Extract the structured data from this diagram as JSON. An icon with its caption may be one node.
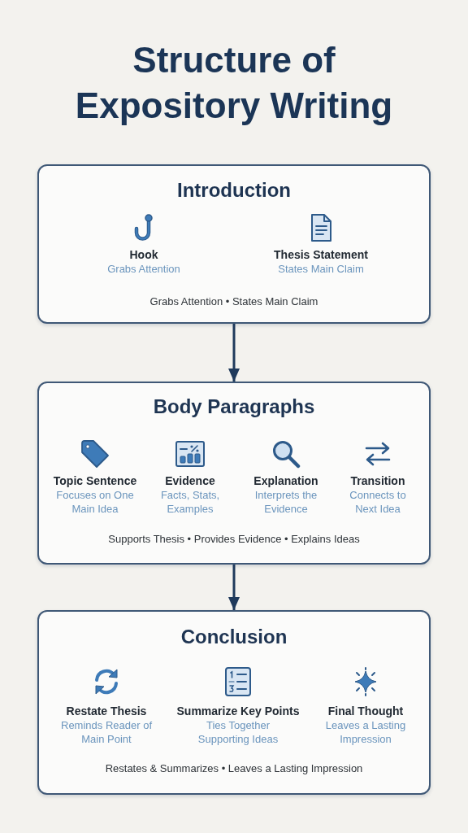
{
  "diagram": {
    "title": "Structure of Expository Writing",
    "nodes": [
      {
        "text": [
          "Introduction",
          "Grabs Attention • States Main Claim"
        ]
      },
      {
        "text": [
          "Hook",
          "Grabs Attention"
        ],
        "in": 0
      },
      {
        "text": [
          "Thesis Statement",
          "States Main Claim"
        ],
        "in": 0
      },
      {
        "text": [
          "Body Paragraphs",
          "Supports Thesis • Provides Evidence • Explains Ideas"
        ]
      },
      {
        "text": [
          "Topic Sentence",
          "Focuses on One Main Idea"
        ],
        "in": 3
      },
      {
        "text": [
          "Evidence",
          "Facts, Stats, Examples"
        ],
        "in": 3
      },
      {
        "text": [
          "Explanation",
          "Interprets the Evidence"
        ],
        "in": 3
      },
      {
        "text": [
          "Transition",
          "Connects to Next Idea"
        ],
        "in": 3
      },
      {
        "text": [
          "Conclusion",
          "Restates & Summarizes • Leaves a Lasting Impression"
        ]
      },
      {
        "text": [
          "Restate Thesis",
          "Reminds Reader of Main Point"
        ],
        "in": 8
      },
      {
        "text": [
          "Summarize Key Points",
          "Ties Together Supporting Ideas"
        ],
        "in": 8
      },
      {
        "text": [
          "Final Thought",
          "Leaves a Lasting Impression"
        ],
        "in": 8
      }
    ],
    "edges": [
      {
        "from": 0,
        "to": 3,
        "arrow": "to"
      },
      {
        "from": 3,
        "to": 8,
        "arrow": "to"
      }
    ]
  }
}
